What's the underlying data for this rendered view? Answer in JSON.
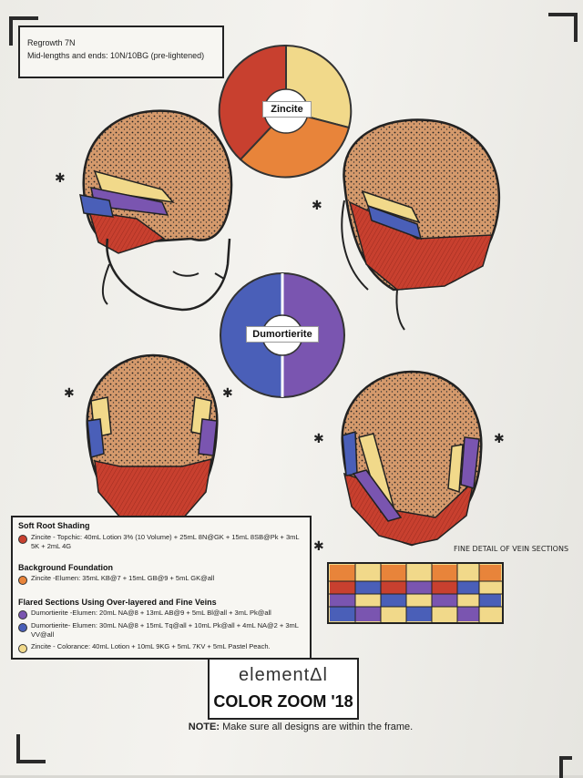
{
  "formula": {
    "line1": "Regrowth 7N",
    "line2": "Mid-lengths and ends: 10N/10BG (pre-lightened)"
  },
  "wheels": {
    "top_label": "Zincite",
    "bottom_label": "Dumortierite"
  },
  "legend": {
    "s1_title": "Soft Root Shading",
    "s1_item1": "Zincite - Topchic: 40mL Lotion 3% (10 Volume) + 25mL 8N@GK + 15mL 8SB@Pk + 3mL 5K + 2mL 4G",
    "s2_title": "Background Foundation",
    "s2_item1": "Zincite -Elumen: 35mL KB@7 + 15mL GB@9 + 5mL GK@all",
    "s3_title": "Flared Sections Using Over-layered and Fine Veins",
    "s3_item1": "Dumortierite -Elumen: 20mL NA@8 + 13mL AB@9 + 5mL Bl@all + 3mL Pk@all",
    "s3_item2": "Dumortierite- Elumen: 30mL NA@8 + 15mL Tq@all + 10mL Pk@all + 4mL NA@2 + 3mL VV@all",
    "s3_item3": "Zincite - Colorance: 40mL Lotion + 10mL 9KG + 5mL 7KV + 5mL Pastel Peach."
  },
  "fine_detail_label": "FINE DETAIL OF VEIN SECTIONS",
  "logo": {
    "brand": "elementΔl",
    "event": "COLOR ZOOM '18"
  },
  "note": {
    "prefix": "NOTE:",
    "text": " Make sure all designs are within the frame."
  },
  "colors": {
    "red": "#c8402f",
    "orange": "#e8843a",
    "tan": "#d59a6c",
    "yellow": "#f1d98a",
    "blue": "#4a5fb8",
    "purple": "#7a55b0",
    "ink": "#222222"
  }
}
